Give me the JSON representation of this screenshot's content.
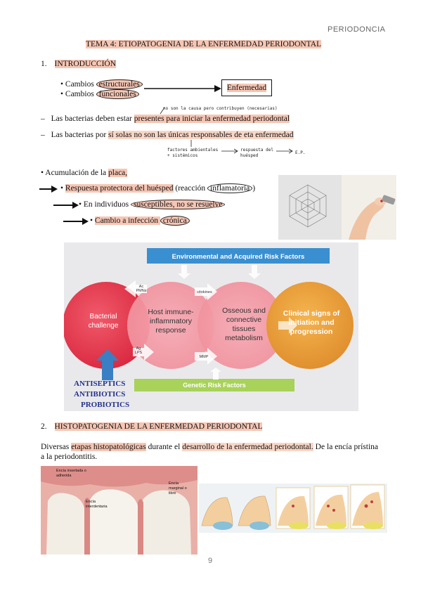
{
  "header": {
    "course": "PERIODONCIA"
  },
  "title": "TEMA 4: ETIOPATOGENIA DE LA ENFERMEDAD PERIODONTAL",
  "section1": {
    "number": "1.",
    "heading": "INTRODUCCIÓN",
    "bullet_a_prefix": "Cambios ",
    "bullet_a_word": "estructurales",
    "bullet_b_prefix": "Cambios ",
    "bullet_b_word": "funcionales",
    "box_label": "Enfermedad",
    "line1_a": "Las bacterias deben estar ",
    "line1_b": "presentes para iniciar la enfermedad periodontal",
    "handwritten_note1": "no son la causa pero contribuyen (necesarias)",
    "line2_a": "Las bacterias por ",
    "line2_b": "sí solas no son las únicas responsables de eta enfermedad",
    "hw_factores": "factores ambientales + sistémicos",
    "hw_respuesta": "respuesta del huésped",
    "hw_ep": "E.P.",
    "acc_prefix": "Acumulación de la ",
    "acc_word": "placa,",
    "resp_a": "Respuesta protectora del huésped",
    "resp_b": " (reacción ",
    "resp_c": "inflamatoria",
    "resp_d": ")",
    "indiv_a": "En individuos ",
    "indiv_b": "susceptibles, no se resuelve",
    "cambio_a": "Cambio a infección ",
    "cambio_b": "crónica"
  },
  "diagram": {
    "top_banner": "Environmental and Acquired Risk Factors",
    "bottom_banner": "Genetic Risk Factors",
    "circle1": "Bacterial challenge",
    "circle2": "Host immune-inflammatory response",
    "circle3": "Osseous and connective tissues metabolism",
    "circle4": "Clinical signs of initiation and progression",
    "arrow_ac": "Ac PMNs",
    "arrow_ag": "Ag LPS",
    "arrow_cyt": "citokines",
    "arrow_mmp": "MMP",
    "treatments": [
      "ANTISEPTICS",
      "ANTIBIOTICS",
      "PROBIOTICS"
    ]
  },
  "section2": {
    "number": "2.",
    "heading": "HISTOPATOGENIA DE LA ENFERMEDAD PERIODONTAL",
    "para_a": "Diversas ",
    "para_b": "etapas histopatológicas",
    "para_c": " durante el ",
    "para_d": "desarrollo de la enfermedad periodontal.",
    "para_e": " De la encía prístina a la periodontitis."
  },
  "photo_labels": {
    "insertada": "Encía insertada o adherida",
    "interdentaria": "Encía interdentaria",
    "marginal": "Encía marginal o libre"
  },
  "page_number": "9",
  "colors": {
    "highlight": "#f6c6b4",
    "pink": "#ee8a96",
    "orange": "#e89a3a",
    "green": "#a8d25a",
    "blue": "#3a7fc4"
  }
}
